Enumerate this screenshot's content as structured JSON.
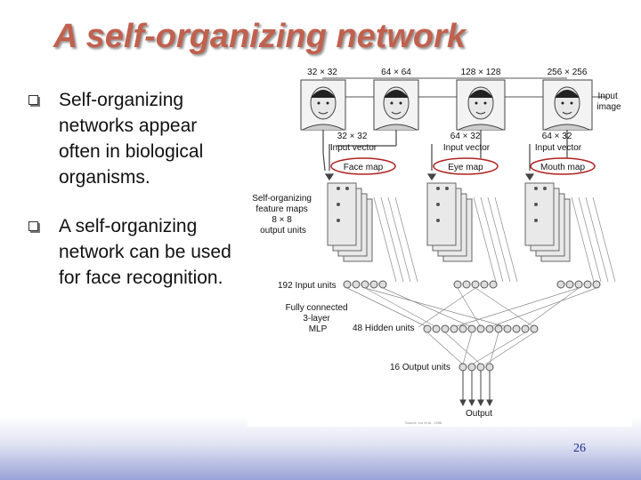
{
  "slide": {
    "title": "A self-organizing network",
    "page_number": "26"
  },
  "bullets": [
    "Self-organizing networks appear often in biological organisms.",
    "A self-organizing network can be used for face recognition."
  ],
  "figure": {
    "image_sizes": [
      "32 × 32",
      "64 × 64",
      "128 × 128",
      "256 × 256"
    ],
    "input_image_label": "Input image",
    "input_vectors": [
      "32 × 32 Input vector",
      "64 × 32 Input vector",
      "64 × 32 Input vector"
    ],
    "maps": [
      "Face map",
      "Eye map",
      "Mouth map"
    ],
    "som_label": "Self-organizing feature maps 8 × 8 output units",
    "input_units": "192 Input units",
    "mlp_label": "Fully connected 3-layer MLP",
    "hidden_units": "48 Hidden units",
    "output_units": "16 Output units",
    "output_label": "Output",
    "source_note": "Source: Lin et al., 1996"
  },
  "colors": {
    "title": "#c0614f",
    "highlight": "#b02020",
    "page_number": "#1a2a8a"
  }
}
